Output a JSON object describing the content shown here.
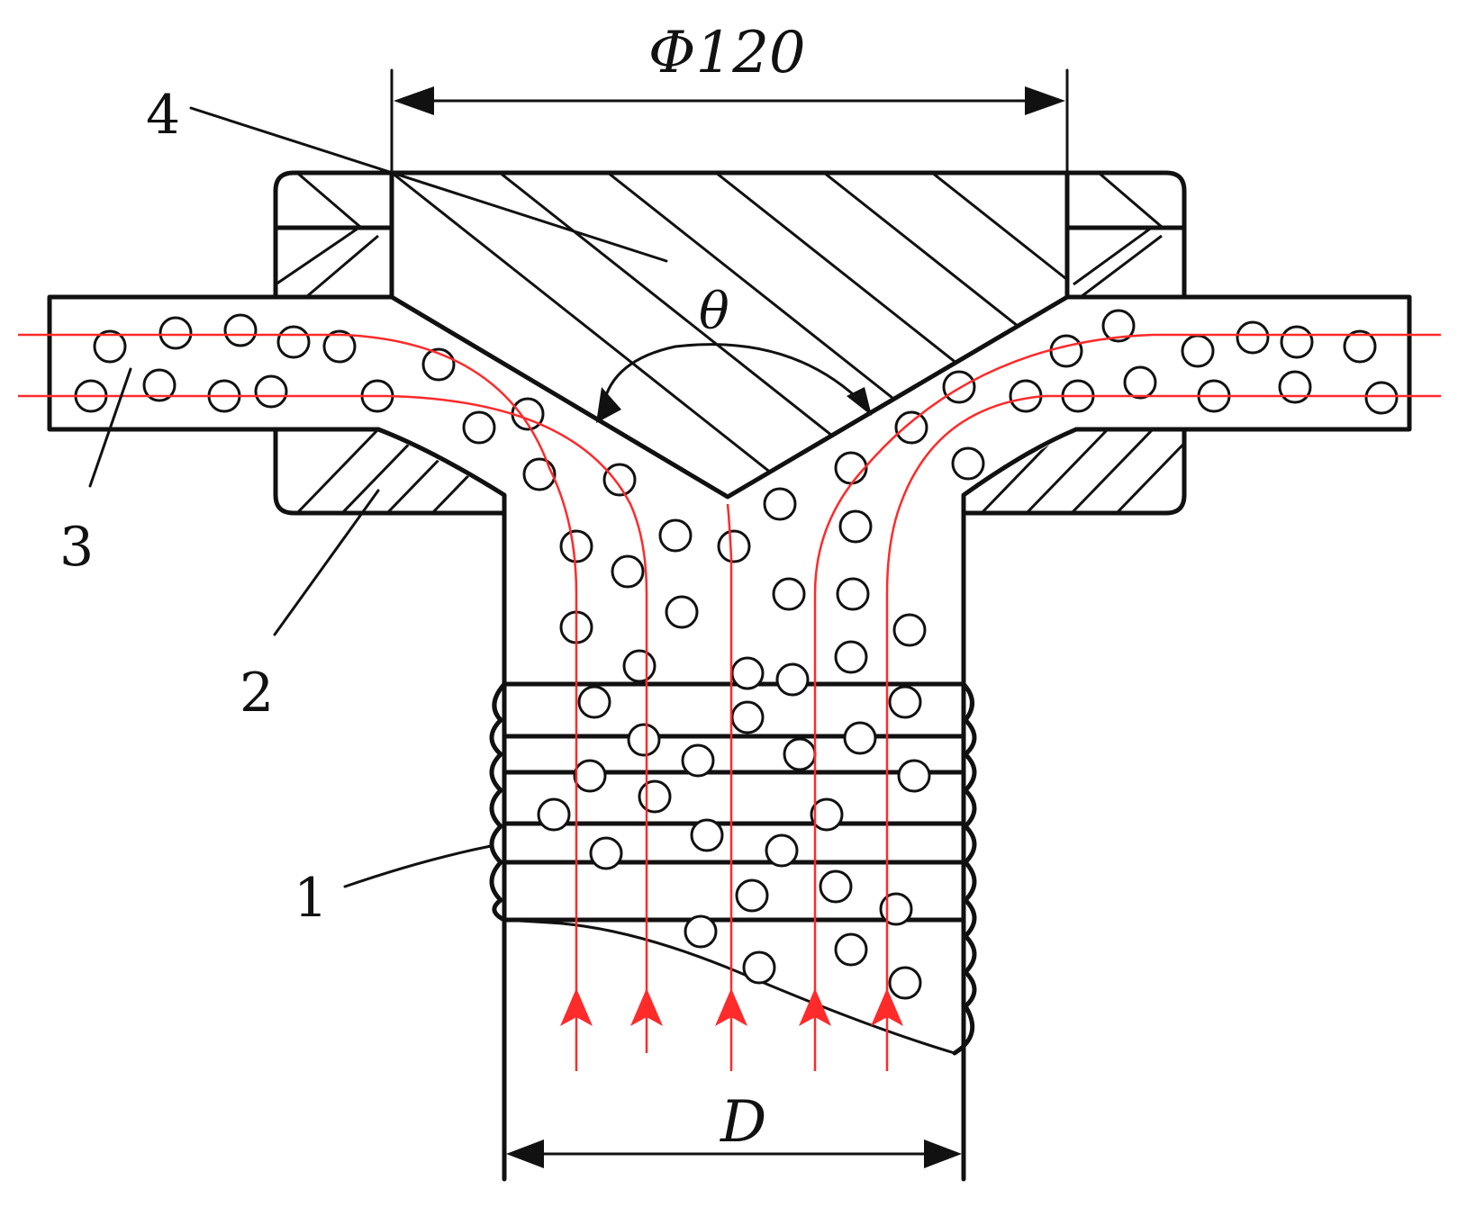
{
  "labels": {
    "part1": "1",
    "part2": "2",
    "part3": "3",
    "part4": "4",
    "top_dimension": "Φ120",
    "angle": "θ",
    "bottom_dimension": "D"
  },
  "colors": {
    "outline": "#111111",
    "flow_line": "#ff2a2a",
    "background": "#ffffff"
  },
  "icons": {
    "flow_arrow": "arrow-up-icon",
    "particle": "circle-icon"
  }
}
